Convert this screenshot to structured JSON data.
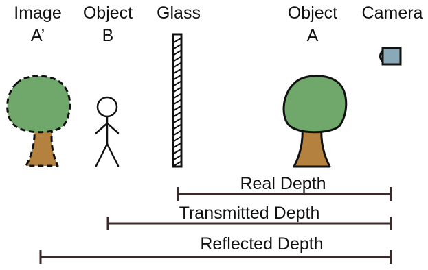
{
  "labels": {
    "image_a_prime": [
      "Image",
      "A’"
    ],
    "object_b": [
      "Object",
      "B"
    ],
    "glass": "Glass",
    "object_a": [
      "Object",
      "A"
    ],
    "camera": "Camera"
  },
  "measurements": {
    "real_depth": "Real Depth",
    "transmitted_depth": "Transmitted Depth",
    "reflected_depth": "Reflected Depth"
  },
  "colors": {
    "foliage": "#6fa86a",
    "trunk": "#b5813f",
    "camera_body": "#8aa9b8",
    "stroke": "#111111",
    "line": "#3a2a2a"
  }
}
